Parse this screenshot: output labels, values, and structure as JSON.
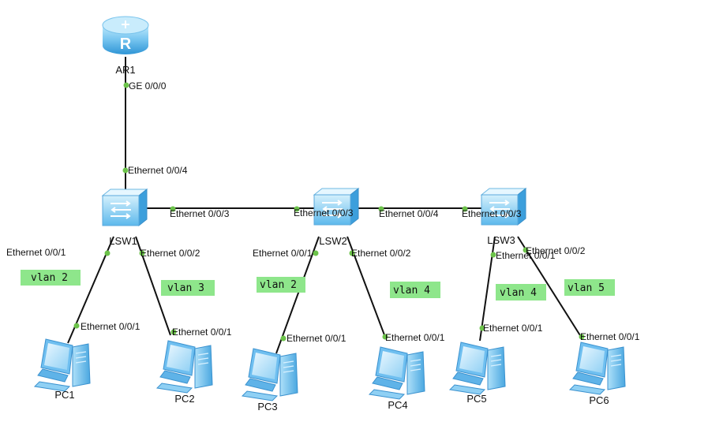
{
  "colors": {
    "link": "#111111",
    "port_dot": "#6cc34a",
    "vlan_bg": "#8ee68b",
    "device_blue": "#4fb6ee"
  },
  "devices": {
    "router": {
      "name": "AR1",
      "icon": "router-icon"
    },
    "switches": [
      {
        "name": "LSW1",
        "icon": "switch-icon"
      },
      {
        "name": "LSW2",
        "icon": "switch-icon"
      },
      {
        "name": "LSW3",
        "icon": "switch-icon"
      }
    ],
    "pcs": [
      {
        "name": "PC1",
        "icon": "pc-icon"
      },
      {
        "name": "PC2",
        "icon": "pc-icon"
      },
      {
        "name": "PC3",
        "icon": "pc-icon"
      },
      {
        "name": "PC4",
        "icon": "pc-icon"
      },
      {
        "name": "PC5",
        "icon": "pc-icon"
      },
      {
        "name": "PC6",
        "icon": "pc-icon"
      }
    ]
  },
  "ports": {
    "ar1_ge000": "GE 0/0/0",
    "lsw1_e004": "Ethernet 0/0/4",
    "lsw1_e003": "Ethernet 0/0/3",
    "lsw1_e001": "Ethernet 0/0/1",
    "lsw1_e002": "Ethernet 0/0/2",
    "lsw2_e003": "Ethernet 0/0/3",
    "lsw2_e004": "Ethernet 0/0/4",
    "lsw2_e001": "Ethernet 0/0/1",
    "lsw2_e002": "Ethernet 0/0/2",
    "lsw3_e003": "Ethernet 0/0/3",
    "lsw3_e001": "Ethernet 0/0/1",
    "lsw3_e002": "Ethernet 0/0/2",
    "pc1_e001": "Ethernet 0/0/1",
    "pc2_e001": "Ethernet 0/0/1",
    "pc3_e001": "Ethernet 0/0/1",
    "pc4_e001": "Ethernet 0/0/1",
    "pc5_e001": "Ethernet 0/0/1",
    "pc6_e001": "Ethernet 0/0/1"
  },
  "vlans": {
    "pc1": "vlan 2",
    "pc2": "vlan 3",
    "pc3": "vlan 2",
    "pc4": "vlan 4",
    "pc5": "vlan 4",
    "pc6": "vlan 5"
  }
}
